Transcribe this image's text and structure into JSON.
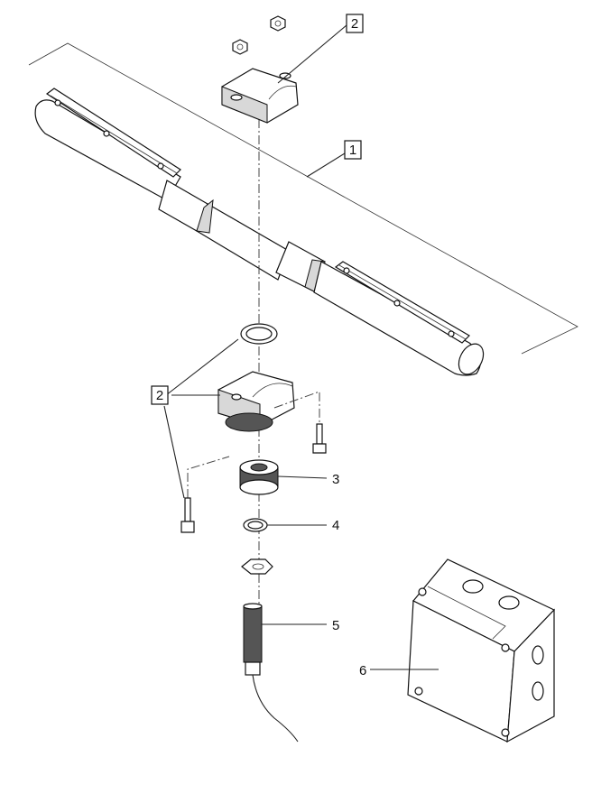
{
  "callouts": [
    {
      "id": "1",
      "boxed": true
    },
    {
      "id": "2",
      "boxed": true
    },
    {
      "id": "2",
      "boxed": true
    },
    {
      "id": "3",
      "boxed": false
    },
    {
      "id": "4",
      "boxed": false
    },
    {
      "id": "5",
      "boxed": false
    },
    {
      "id": "6",
      "boxed": false
    }
  ]
}
